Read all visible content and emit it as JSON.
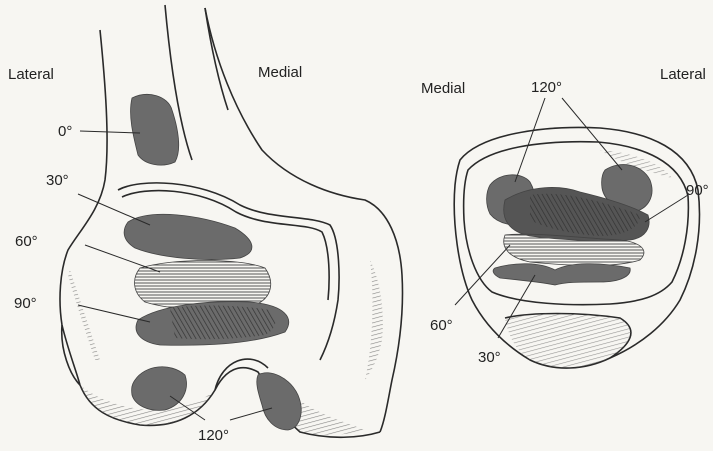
{
  "femur": {
    "orientation_left": "Lateral",
    "orientation_right": "Medial",
    "angles": {
      "a0": "0°",
      "a30": "30°",
      "a60": "60°",
      "a90": "90°",
      "a120": "120°"
    }
  },
  "patella": {
    "orientation_left": "Medial",
    "orientation_right": "Lateral",
    "angles": {
      "a120": "120°",
      "a90": "90°",
      "a60": "60°",
      "a30": "30°"
    }
  },
  "colors": {
    "contact_area": "#6b6b6b",
    "outline": "#2a2a2a",
    "background": "#f7f6f2"
  }
}
